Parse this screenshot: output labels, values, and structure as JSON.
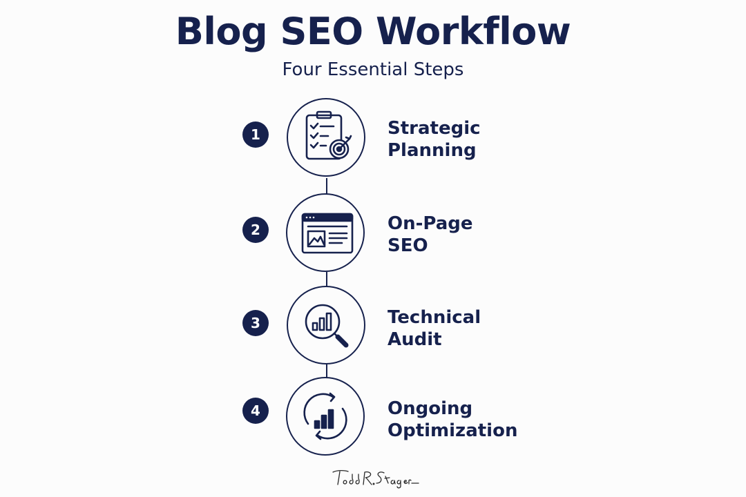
{
  "title": "Blog SEO Workflow",
  "subtitle": "Four Essential Steps",
  "colors": {
    "navy": "#16214d",
    "background": "#fcfcfc"
  },
  "steps": [
    {
      "number": "1",
      "label_line1": "Strategic",
      "label_line2": "Planning",
      "icon": "clipboard-target-icon"
    },
    {
      "number": "2",
      "label_line1": "On-Page",
      "label_line2": "SEO",
      "icon": "webpage-layout-icon"
    },
    {
      "number": "3",
      "label_line1": "Technical",
      "label_line2": "Audit",
      "icon": "magnifier-chart-icon"
    },
    {
      "number": "4",
      "label_line1": "Ongoing",
      "label_line2": "Optimization",
      "icon": "cycle-chart-icon"
    }
  ],
  "signature": "Todd R. Stager"
}
